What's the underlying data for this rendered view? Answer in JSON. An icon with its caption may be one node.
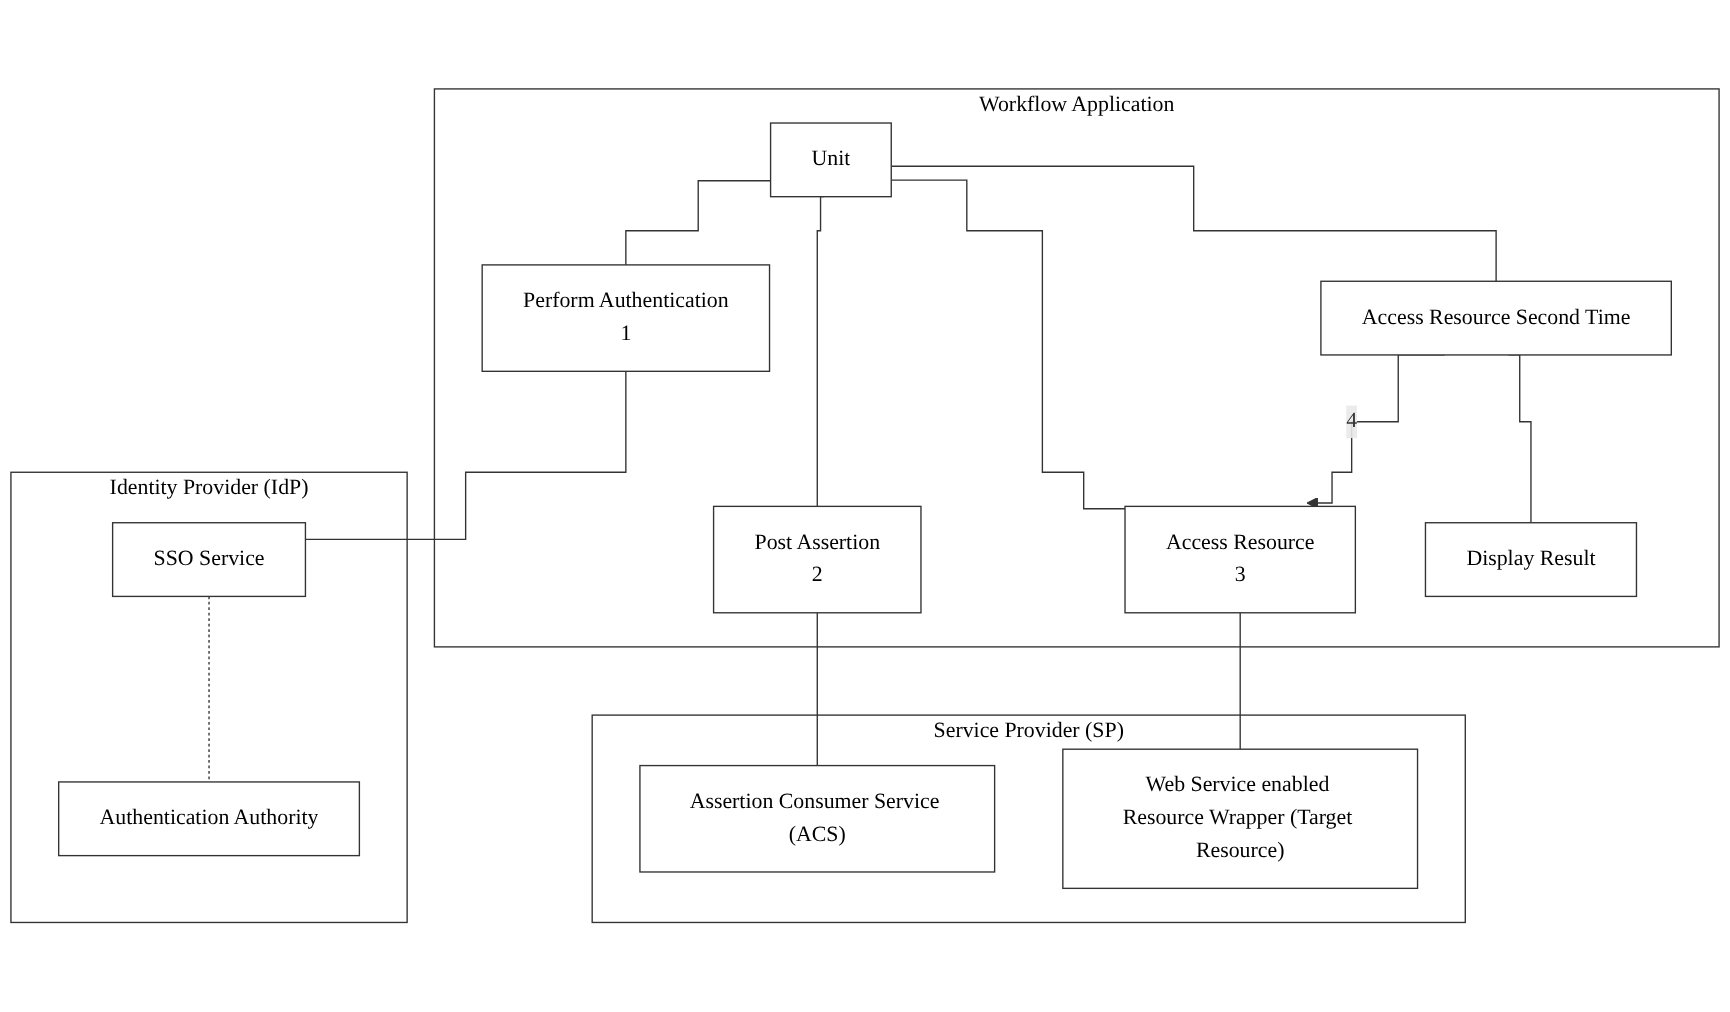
{
  "diagram": {
    "nodes": [
      {
        "text": [
          "Workflow Application"
        ]
      },
      {
        "text": [
          "Unit"
        ],
        "in": 0
      },
      {
        "text": [
          "Perform Authentication",
          "1"
        ],
        "in": 0
      },
      {
        "text": [
          "Post Assertion",
          "2"
        ],
        "in": 0
      },
      {
        "text": [
          "Access Resource",
          "3"
        ],
        "in": 0
      },
      {
        "text": [
          "Access Resource Second Time"
        ],
        "in": 0
      },
      {
        "text": [
          "Display Result"
        ],
        "in": 0
      },
      {
        "text": [
          "Identity Provider (IdP)"
        ]
      },
      {
        "text": [
          "SSO Service"
        ],
        "in": 7
      },
      {
        "text": [
          "Authentication Authority"
        ],
        "in": 7
      },
      {
        "text": [
          "Service Provider (SP)"
        ]
      },
      {
        "text": [
          "Assertion Consumer Service (ACS)"
        ],
        "in": 10
      },
      {
        "text": [
          "Web Service enabled Resource Wrapper (Target Resource)"
        ],
        "in": 10
      }
    ],
    "edges": [
      {
        "from": 1,
        "to": 2,
        "arrow": "none"
      },
      {
        "from": 1,
        "to": 3,
        "arrow": "none"
      },
      {
        "from": 1,
        "to": 4,
        "arrow": "none"
      },
      {
        "from": 1,
        "to": 5,
        "arrow": "none"
      },
      {
        "from": 5,
        "to": 6,
        "arrow": "none"
      },
      {
        "from": 5,
        "to": 4,
        "arrow": "to",
        "label": "4"
      },
      {
        "from": 2,
        "to": 8,
        "arrow": "none"
      },
      {
        "from": 8,
        "to": 9,
        "arrow": "none",
        "style": "dashed"
      },
      {
        "from": 3,
        "to": 11,
        "arrow": "none"
      },
      {
        "from": 4,
        "to": 12,
        "arrow": "none"
      }
    ]
  }
}
